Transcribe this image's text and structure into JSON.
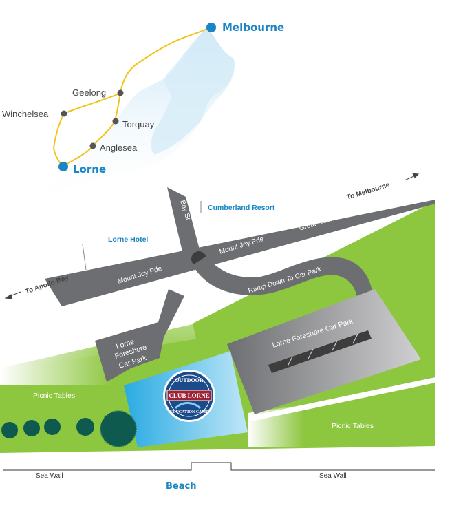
{
  "regional_map": {
    "cities": [
      {
        "name": "Melbourne",
        "major": true
      },
      {
        "name": "Geelong",
        "major": false
      },
      {
        "name": "Winchelsea",
        "major": false
      },
      {
        "name": "Torquay",
        "major": false
      },
      {
        "name": "Anglesea",
        "major": false
      },
      {
        "name": "Lorne",
        "major": true
      }
    ],
    "colors": {
      "water": "#d6ecf8",
      "route": "#f0c419",
      "major_dot": "#1a86c3",
      "minor_dot": "#555555"
    }
  },
  "site_map": {
    "directions": {
      "to_melbourne": "To Melbourne",
      "to_apollo_bay": "To Apollo Bay"
    },
    "roads": {
      "great_ocean_road": "Great Ocean Road",
      "mount_joy_pde_east": "Mount Joy Pde",
      "mount_joy_pde_west": "Mount Joy Pde",
      "bay_st": "Bay St",
      "ramp": "Ramp Down To Car Park"
    },
    "buildings": {
      "cumberland": "Cumberland Resort",
      "lorne_hotel": "Lorne Hotel"
    },
    "car_parks": {
      "lorne_foreshore_small_line1": "Lorne",
      "lorne_foreshore_small_line2": "Foreshore",
      "lorne_foreshore_small_line3": "Car Park",
      "lorne_foreshore_large": "Lorne Foreshore Car Park"
    },
    "picnic": {
      "left": "Picnic Tables",
      "right": "Picnic Tables"
    },
    "logo": {
      "top_text": "OUTDOOR",
      "middle_text": "CLUB LORNE",
      "bottom_text": "EDUCATION CAMP"
    },
    "sea_wall": {
      "left": "Sea Wall",
      "right": "Sea Wall"
    },
    "beach": "Beach",
    "colors": {
      "grass": "#8dc63f",
      "road": "#6d6e71",
      "pool": "#29abe2",
      "tree": "#0e5a4f",
      "beach_text": "#1a86c3"
    }
  }
}
